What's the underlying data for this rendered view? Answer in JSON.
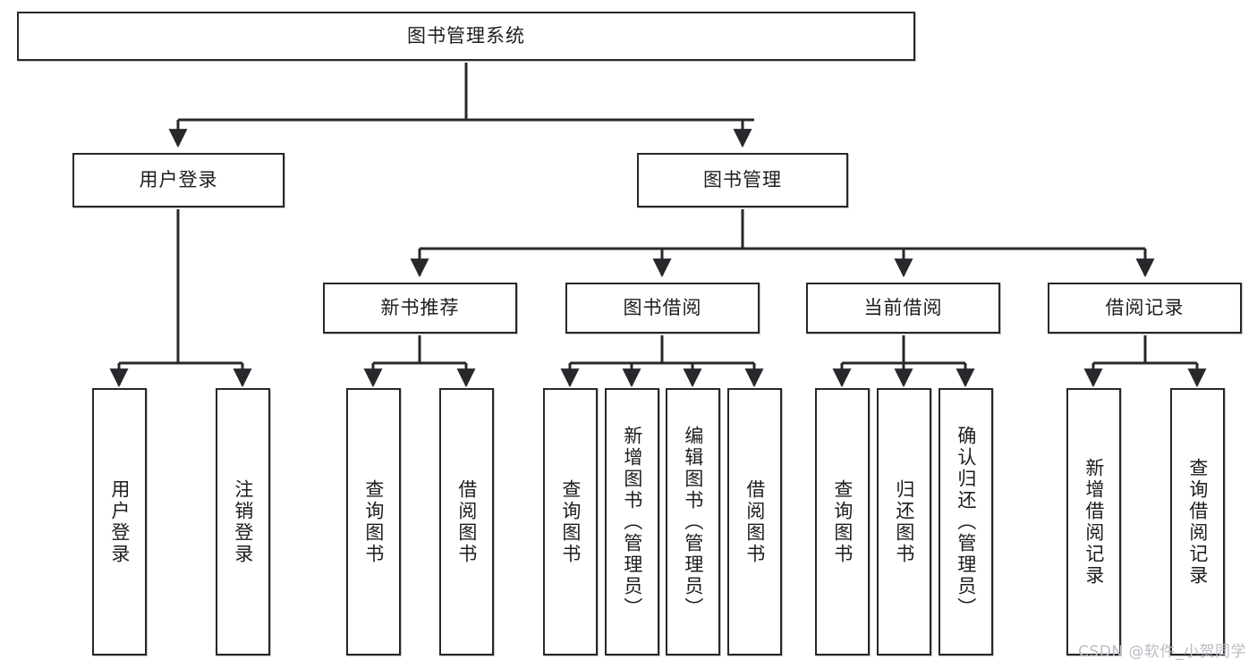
{
  "diagram": {
    "type": "hierarchy-tree",
    "title": "图书管理系统",
    "orientation": "top-down",
    "colors": {
      "stroke": "#26282b",
      "fill": "#ffffff",
      "text": "#1b1d1f",
      "watermark": "#b9bcc2"
    },
    "nodes": {
      "root": {
        "label": "图书管理系统"
      },
      "level2": [
        {
          "id": "user-login",
          "label": "用户登录"
        },
        {
          "id": "book-manage",
          "label": "图书管理"
        }
      ],
      "level3": [
        {
          "id": "new-book-recommend",
          "label": "新书推荐"
        },
        {
          "id": "book-borrow",
          "label": "图书借阅"
        },
        {
          "id": "current-borrow",
          "label": "当前借阅"
        },
        {
          "id": "borrow-record",
          "label": "借阅记录"
        }
      ],
      "leaves": {
        "user-login": [
          {
            "id": "leaf-user-login",
            "label": "用户登录"
          },
          {
            "id": "leaf-user-logout",
            "label": "注销登录"
          }
        ],
        "new-book-recommend": [
          {
            "id": "leaf-query-book-1",
            "label": "查询图书"
          },
          {
            "id": "leaf-borrow-book-1",
            "label": "借阅图书"
          }
        ],
        "book-borrow": [
          {
            "id": "leaf-query-book-2",
            "label": "查询图书"
          },
          {
            "id": "leaf-add-book",
            "label": "新增图书（管理员）"
          },
          {
            "id": "leaf-edit-book",
            "label": "编辑图书（管理员）"
          },
          {
            "id": "leaf-borrow-book-2",
            "label": "借阅图书"
          }
        ],
        "current-borrow": [
          {
            "id": "leaf-query-book-3",
            "label": "查询图书"
          },
          {
            "id": "leaf-return-book",
            "label": "归还图书"
          },
          {
            "id": "leaf-confirm-return",
            "label": "确认归还（管理员）"
          }
        ],
        "borrow-record": [
          {
            "id": "leaf-add-record",
            "label": "新增借阅记录"
          },
          {
            "id": "leaf-query-record",
            "label": "查询借阅记录"
          }
        ]
      }
    },
    "watermark": "CSDN @软件_小贺同学"
  }
}
